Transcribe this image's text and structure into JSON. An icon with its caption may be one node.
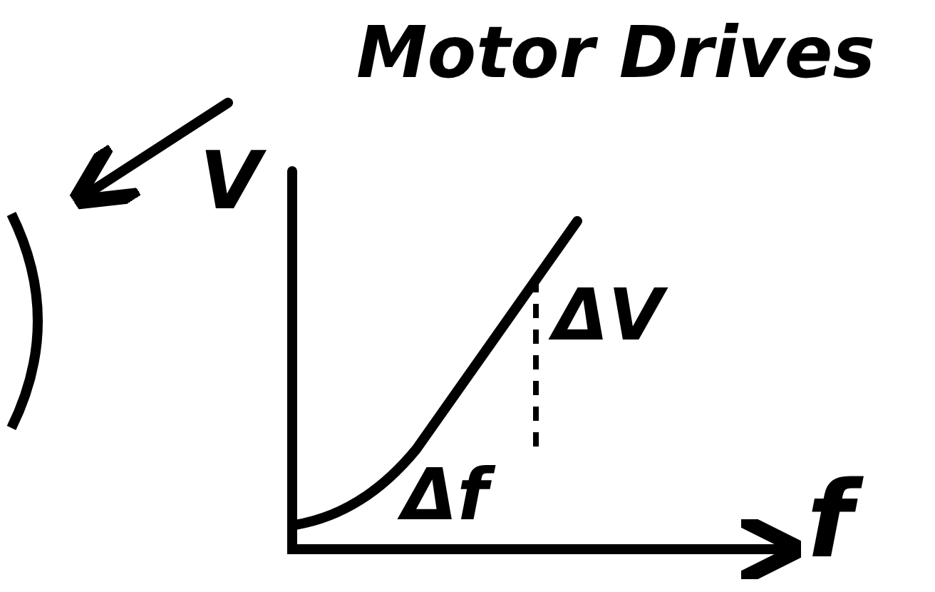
{
  "diagram": {
    "nodes": [
      {
        "text": [
          "Motor Drives"
        ]
      }
    ],
    "labels": [
      "V",
      "ΔV",
      "Δf",
      "f"
    ]
  }
}
